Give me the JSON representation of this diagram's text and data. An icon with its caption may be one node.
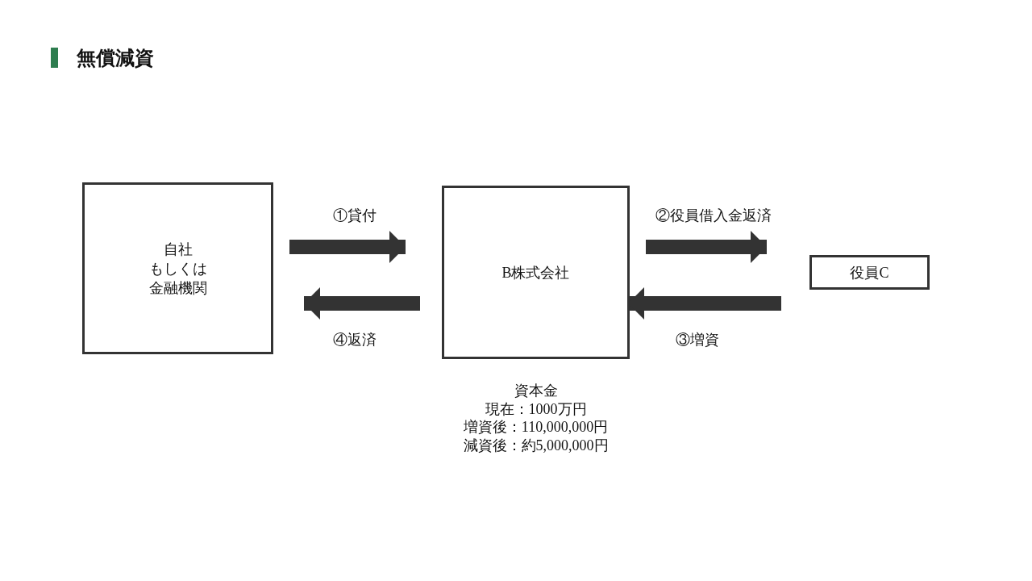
{
  "diagram": {
    "title": "無償減資",
    "nodes": [
      {
        "text": [
          "自社",
          "もしくは",
          "金融機関"
        ]
      },
      {
        "text": [
          "B株式会社"
        ],
        "beside": [
          "資本金",
          "現在：1000万円",
          "増資後：110,000,000円",
          "減資後：約5,000,000円"
        ]
      },
      {
        "text": [
          "役員C"
        ]
      }
    ],
    "edges": [
      {
        "from": 0,
        "to": 1,
        "arrow": "to",
        "label": "①貸付"
      },
      {
        "from": 1,
        "to": 2,
        "arrow": "to",
        "label": "②役員借入金返済"
      },
      {
        "from": 2,
        "to": 1,
        "arrow": "to",
        "label": "③増資"
      },
      {
        "from": 1,
        "to": 0,
        "arrow": "to",
        "label": "④返済"
      }
    ]
  }
}
